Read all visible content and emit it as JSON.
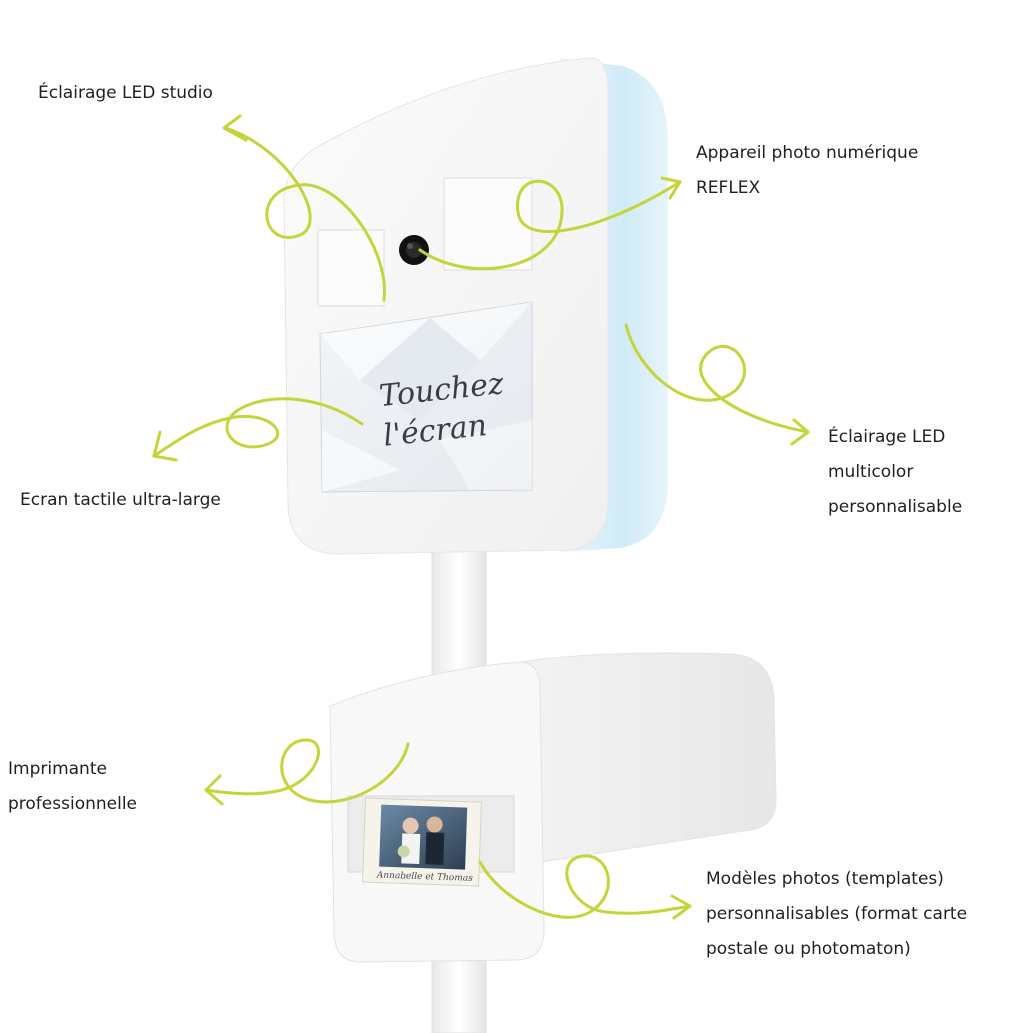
{
  "annotations": {
    "led_studio": "Éclairage LED studio",
    "camera_line1": "Appareil photo numérique",
    "camera_line2": "REFLEX",
    "led_multicolor_line1": "Éclairage LED",
    "led_multicolor_line2": "multicolor",
    "led_multicolor_line3": "personnalisable",
    "touchscreen": "Ecran tactile ultra-large",
    "printer_line1": "Imprimante",
    "printer_line2": "professionnelle",
    "templates_line1": "Modèles photos (templates)",
    "templates_line2": "personnalisables (format carte",
    "templates_line3": "postale ou photomaton)"
  },
  "screen": {
    "line1": "Touchez",
    "line2": "l'écran"
  },
  "print_card": {
    "caption": "Annabelle et Thomas"
  },
  "colors": {
    "arrow": "#c5d43a",
    "booth": "#f7f7f7",
    "led_glow": "#d3ecf7",
    "text": "#1f1f1f"
  },
  "icons": {
    "arrow": "curly-arrow-icon",
    "lens": "camera-lens-icon"
  }
}
